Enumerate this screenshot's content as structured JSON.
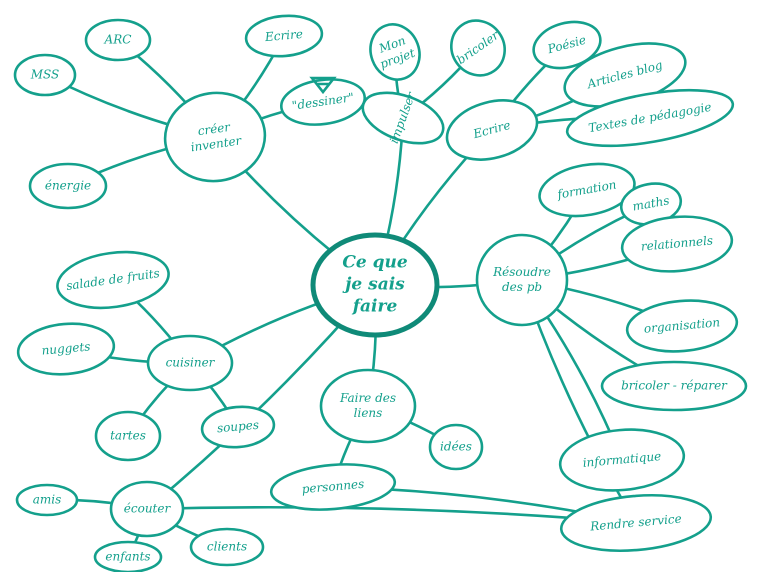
{
  "colors": {
    "ink": "#14a08c",
    "center_ink": "#0f8a78",
    "background": "#ffffff"
  },
  "center": {
    "lines": [
      "Ce que",
      "je sais",
      "faire"
    ]
  },
  "nodes": {
    "creer": {
      "lines": [
        "créer",
        "inventer"
      ]
    },
    "arc": {
      "lines": [
        "ARC"
      ]
    },
    "mss": {
      "lines": [
        "MSS"
      ]
    },
    "ecrire_top": {
      "lines": [
        "Ecrire"
      ]
    },
    "dessiner": {
      "lines": [
        "\"dessiner\""
      ]
    },
    "energie": {
      "lines": [
        "énergie"
      ]
    },
    "mon_projet": {
      "lines": [
        "Mon",
        "projet"
      ]
    },
    "bricoler_top": {
      "lines": [
        "bricoler"
      ]
    },
    "impulser": {
      "lines": [
        "impulser"
      ]
    },
    "ecrire": {
      "lines": [
        "Ecrire"
      ]
    },
    "poesie": {
      "lines": [
        "Poésie"
      ]
    },
    "articles": {
      "lines": [
        "Articles blog"
      ]
    },
    "textes": {
      "lines": [
        "Textes de pédagogie"
      ]
    },
    "resoudre": {
      "lines": [
        "Résoudre",
        "des pb"
      ]
    },
    "formation": {
      "lines": [
        "formation"
      ]
    },
    "maths": {
      "lines": [
        "maths"
      ]
    },
    "relationnels": {
      "lines": [
        "relationnels"
      ]
    },
    "organisation": {
      "lines": [
        "organisation"
      ]
    },
    "bricoler": {
      "lines": [
        "bricoler - réparer"
      ]
    },
    "informatique": {
      "lines": [
        "informatique"
      ]
    },
    "rendre": {
      "lines": [
        "Rendre service"
      ]
    },
    "faire": {
      "lines": [
        "Faire des",
        "liens"
      ]
    },
    "idees": {
      "lines": [
        "idées"
      ]
    },
    "personnes": {
      "lines": [
        "personnes"
      ]
    },
    "cuisiner": {
      "lines": [
        "cuisiner"
      ]
    },
    "salade": {
      "lines": [
        "salade de fruits"
      ]
    },
    "nuggets": {
      "lines": [
        "nuggets"
      ]
    },
    "tartes": {
      "lines": [
        "tartes"
      ]
    },
    "soupes": {
      "lines": [
        "soupes"
      ]
    },
    "ecouter": {
      "lines": [
        "écouter"
      ]
    },
    "amis": {
      "lines": [
        "amis"
      ]
    },
    "enfants": {
      "lines": [
        "enfants"
      ]
    },
    "clients": {
      "lines": [
        "clients"
      ]
    }
  },
  "edges": [
    [
      "center",
      "creer"
    ],
    [
      "center",
      "impulser"
    ],
    [
      "center",
      "ecrire"
    ],
    [
      "center",
      "resoudre"
    ],
    [
      "center",
      "faire"
    ],
    [
      "center",
      "cuisiner"
    ],
    [
      "center",
      "ecouter"
    ],
    [
      "creer",
      "arc"
    ],
    [
      "creer",
      "mss"
    ],
    [
      "creer",
      "ecrire_top"
    ],
    [
      "creer",
      "dessiner"
    ],
    [
      "creer",
      "energie"
    ],
    [
      "impulser",
      "mon_projet"
    ],
    [
      "impulser",
      "bricoler_top"
    ],
    [
      "ecrire",
      "poesie"
    ],
    [
      "ecrire",
      "articles"
    ],
    [
      "ecrire",
      "textes"
    ],
    [
      "resoudre",
      "formation"
    ],
    [
      "resoudre",
      "maths"
    ],
    [
      "resoudre",
      "relationnels"
    ],
    [
      "resoudre",
      "organisation"
    ],
    [
      "resoudre",
      "bricoler"
    ],
    [
      "resoudre",
      "informatique"
    ],
    [
      "resoudre",
      "rendre"
    ],
    [
      "faire",
      "idees"
    ],
    [
      "faire",
      "personnes"
    ],
    [
      "personnes",
      "rendre"
    ],
    [
      "cuisiner",
      "salade"
    ],
    [
      "cuisiner",
      "nuggets"
    ],
    [
      "cuisiner",
      "tartes"
    ],
    [
      "cuisiner",
      "soupes"
    ],
    [
      "ecouter",
      "amis"
    ],
    [
      "ecouter",
      "enfants"
    ],
    [
      "ecouter",
      "clients"
    ],
    [
      "ecouter",
      "rendre"
    ]
  ]
}
